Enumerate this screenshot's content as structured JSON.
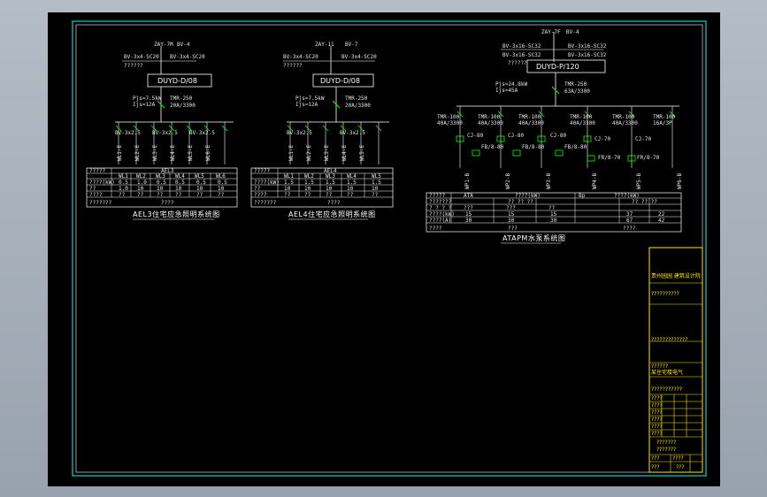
{
  "colors": {
    "background": "#000000",
    "frame": "#00ffff",
    "lines": "#ffffff",
    "breaker": "#00ff00",
    "title_block": "#ffe600"
  },
  "diagram_ael3": {
    "breaker_model": "DUYD-D/08",
    "title": "AEL3住宅应急照明系统图"
  },
  "diagram_ael4": {
    "breaker_model": "DUYD-D/08",
    "title": "AEL4住宅应急照明系统图"
  },
  "diagram_atapm": {
    "breaker_model": "DUYD-P/120",
    "title": "ATAPM水泵系统图"
  },
  "title_block": {
    "company": "贵州园园 建筑设计院",
    "project_label": "某住宅楼电气"
  }
}
